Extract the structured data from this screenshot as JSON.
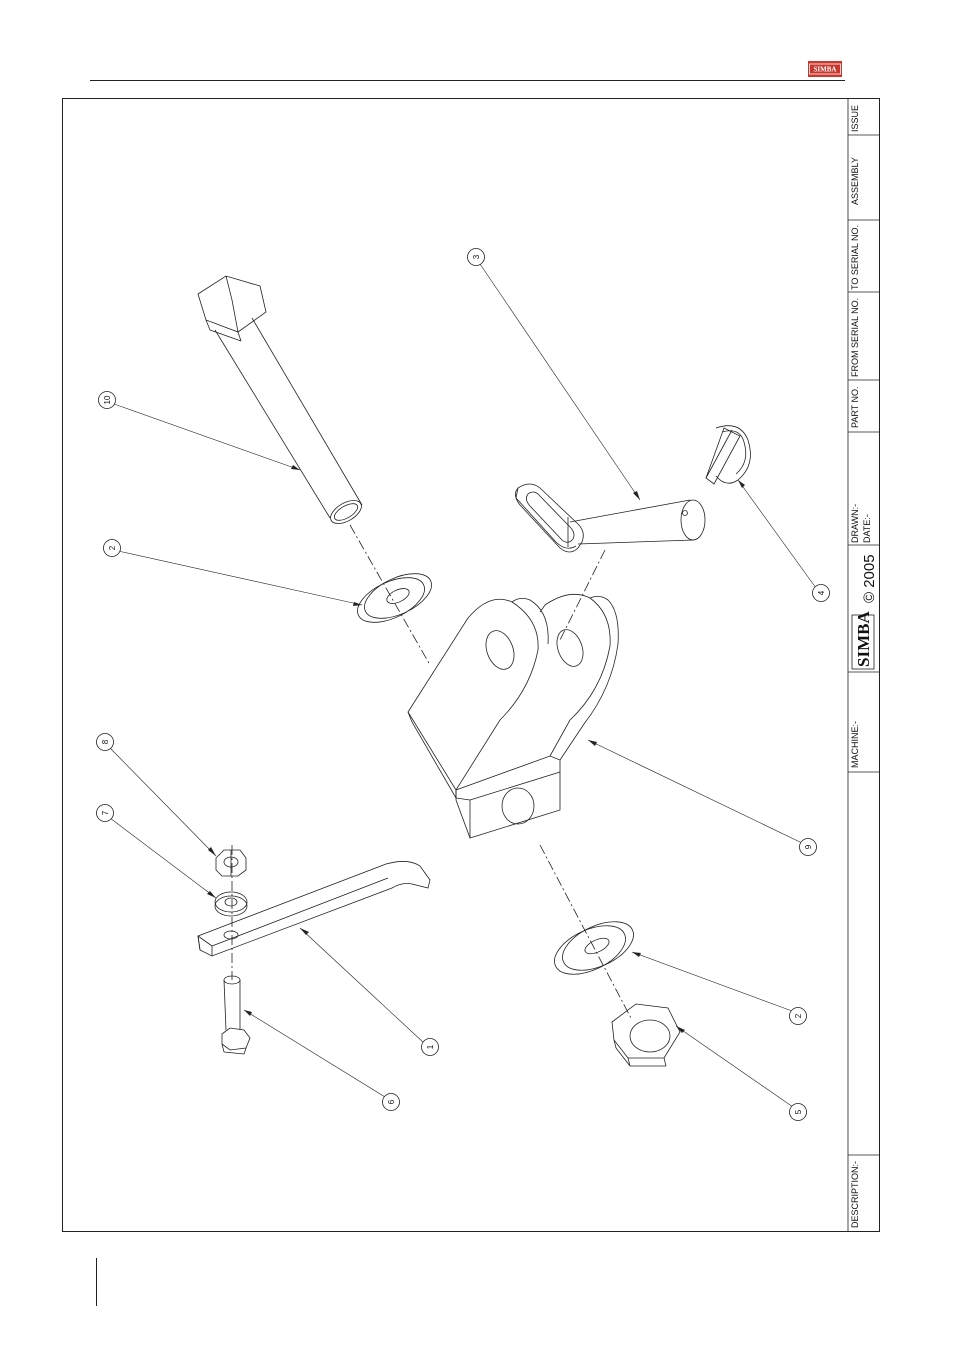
{
  "header": {
    "logo_text": "SIMBA"
  },
  "title_block": {
    "issue_label": "ISSUE",
    "assembly_label": "ASSEMBLY",
    "to_serial_label": "TO SERIAL NO.",
    "from_serial_label": "FROM SERIAL NO.",
    "part_no_label": "PART NO.",
    "drawn_label": "DRAWN:-",
    "date_label": "DATE:-",
    "brand": "SIMBA",
    "copyright": "© 2005",
    "machine_label": "MACHINE:-",
    "description_label": "DESCRIPTION:-"
  },
  "callouts": [
    "3",
    "10",
    "2",
    "4",
    "9",
    "8",
    "7",
    "1",
    "6",
    "2",
    "5"
  ],
  "colors": {
    "line": "#222222",
    "logo_red": "#c8372d"
  }
}
